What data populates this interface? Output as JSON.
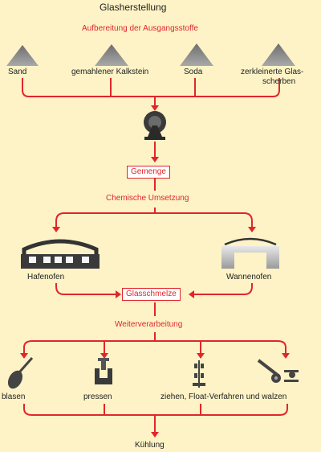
{
  "title": "Glasherstellung",
  "sections": {
    "aufbereitung": "Aufbereitung der Ausgangsstoffe",
    "chemische": "Chemische Umsetzung",
    "weiterverarbeitung": "Weiterverarbeitung"
  },
  "materials": {
    "sand": "Sand",
    "kalkstein": "gemahlener Kalkstein",
    "soda": "Soda",
    "scherben_line1": "zerkleinerte Glas-",
    "scherben_line2": "scherben"
  },
  "boxes": {
    "gemenge": "Gemenge",
    "glasschmelze": "Glasschmelze"
  },
  "ovens": {
    "hafenofen": "Hafenofen",
    "wannenofen": "Wannenofen"
  },
  "processes": {
    "blasen": "blasen",
    "pressen": "pressen",
    "ziehen": "ziehen,  Float-Verfahren und walzen"
  },
  "result": "Kühlung",
  "colors": {
    "arrow": "#e0262c",
    "background": "#fdf3c6",
    "pile": "#8a8a8a",
    "icon_dark": "#3a3a3a"
  },
  "icons": [
    "sand-pile-icon",
    "limestone-pile-icon",
    "soda-pile-icon",
    "glass-shards-pile-icon",
    "mixer-icon",
    "pot-furnace-icon",
    "tank-furnace-icon",
    "blowpipe-icon",
    "press-icon",
    "drawing-icon",
    "rolling-icon"
  ]
}
